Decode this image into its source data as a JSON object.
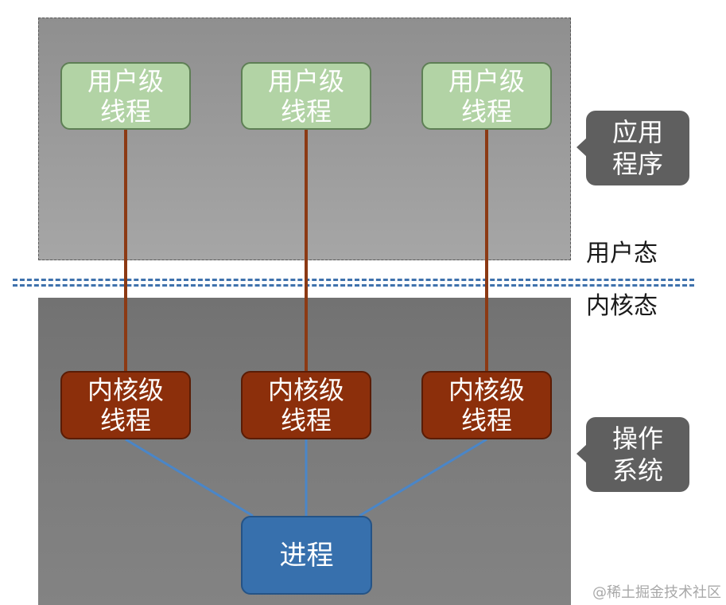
{
  "user_threads": [
    {
      "line1": "用户级",
      "line2": "线程"
    },
    {
      "line1": "用户级",
      "line2": "线程"
    },
    {
      "line1": "用户级",
      "line2": "线程"
    }
  ],
  "kernel_threads": [
    {
      "line1": "内核级",
      "line2": "线程"
    },
    {
      "line1": "内核级",
      "line2": "线程"
    },
    {
      "line1": "内核级",
      "line2": "线程"
    }
  ],
  "process": {
    "label": "进程"
  },
  "callouts": {
    "app": {
      "line1": "应用",
      "line2": "程序"
    },
    "os": {
      "line1": "操作",
      "line2": "系统"
    }
  },
  "modes": {
    "user": "用户态",
    "kernel": "内核态"
  },
  "watermark": "@稀土掘金技术社区",
  "colors": {
    "user_thread": "#b2d3a5",
    "kernel_thread": "#8c2f0b",
    "process": "#3770ad",
    "mapping_line": "#8c3a14",
    "process_link": "#4a86c8",
    "divider": "#3f72ad"
  }
}
